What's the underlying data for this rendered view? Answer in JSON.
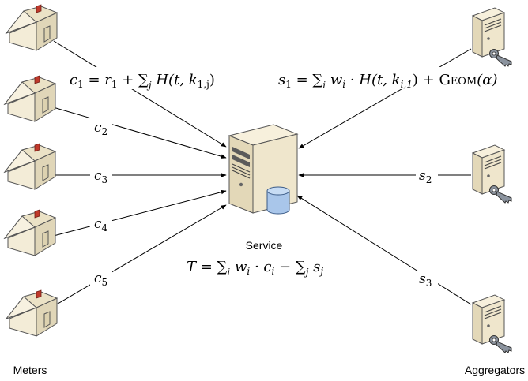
{
  "labels": {
    "meters": "Meters",
    "aggregators": "Aggregators",
    "service": "Service"
  },
  "meter_messages": {
    "c1": {
      "var": "c",
      "sub": "1",
      "rest_a": " = ",
      "r": "r",
      "r_sub": "1",
      "plus": " + ",
      "sum": "∑",
      "sum_sub": "j",
      "H": " H(t, k",
      "k_sub": "1,j",
      "close": ")"
    },
    "c2": {
      "var": "c",
      "sub": "2"
    },
    "c3": {
      "var": "c",
      "sub": "3"
    },
    "c4": {
      "var": "c",
      "sub": "4"
    },
    "c5": {
      "var": "c",
      "sub": "5"
    }
  },
  "aggregator_messages": {
    "s1": {
      "var": "s",
      "sub": "1",
      "eq": " = ",
      "sum": "∑",
      "sum_sub": "i",
      "w": " w",
      "w_sub": "i",
      "dot": " · H(t, k",
      "k_sub": "i,1",
      "tail": ") + ",
      "geom": "Geom",
      "alpha": "(α)"
    },
    "s2": {
      "var": "s",
      "sub": "2"
    },
    "s3": {
      "var": "s",
      "sub": "3"
    }
  },
  "total": {
    "T": "T",
    "eq": " = ",
    "sum1": "∑",
    "sum1_sub": "i",
    "w": " w",
    "w_sub": "i",
    "dot": " · c",
    "c_sub": "i",
    "minus": " − ",
    "sum2": "∑",
    "sum2_sub": "j",
    "s": " s",
    "s_sub": "j"
  },
  "colors": {
    "house_wall": "#f2ead4",
    "house_roof": "#e6dcc0",
    "chimney": "#c0392b",
    "server_body": "#f0e8d0",
    "database": "#a9c6ea",
    "line": "#000000"
  }
}
